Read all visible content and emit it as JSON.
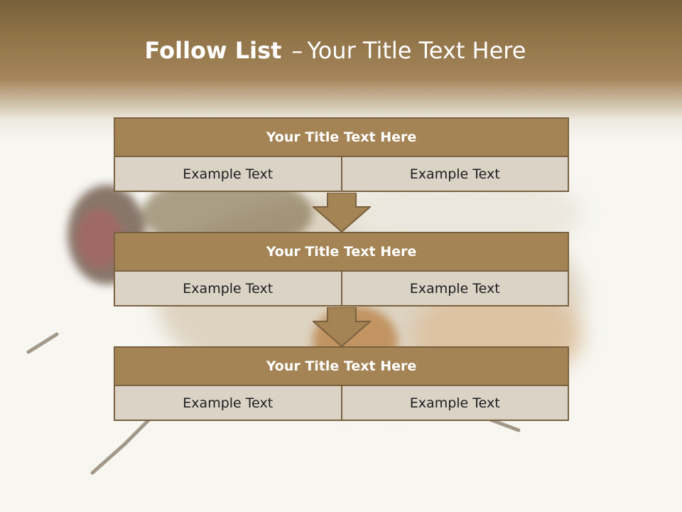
{
  "slide": {
    "title_bold": "Follow List",
    "title_dash": "–",
    "title_rest": "Your Title Text Here"
  },
  "blocks": [
    {
      "title": "Your Title Text Here",
      "cells": [
        "Example Text",
        "Example Text"
      ]
    },
    {
      "title": "Your Title Text Here",
      "cells": [
        "Example Text",
        "Example Text"
      ]
    },
    {
      "title": "Your Title Text Here",
      "cells": [
        "Example Text",
        "Example Text"
      ]
    }
  ],
  "colors": {
    "header_top": "#765f3b",
    "block_title": "#a48354",
    "block_cell": "#dad3c6",
    "border": "#7a6240",
    "arrow": "#a48354"
  }
}
